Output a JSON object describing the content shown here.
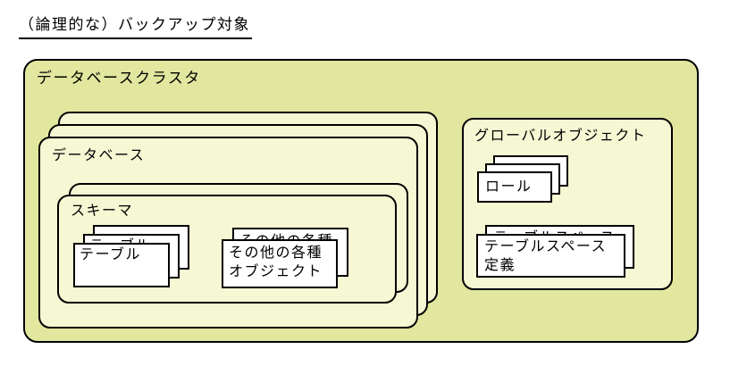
{
  "page": {
    "title": "（論理的な）バックアップ対象"
  },
  "colors": {
    "cluster_fill": "#e1e79e",
    "inner_box_fill": "#f6f7d3",
    "item_fill": "#ffffff",
    "border": "#000000",
    "text": "#000000",
    "background": "#ffffff"
  },
  "diagram": {
    "cluster": {
      "label": "データベースクラスタ"
    },
    "database": {
      "label": "データベース",
      "stack_count": 3
    },
    "schema": {
      "label": "スキーマ",
      "stack_count": 2
    },
    "table": {
      "label": "テーブル",
      "stack_count": 3
    },
    "other_objects": {
      "lines": [
        "その他の各種",
        "オブジェクト"
      ],
      "stack_count": 2
    },
    "global_objects": {
      "label": "グローバルオブジェクト"
    },
    "role": {
      "label": "ロール",
      "stack_count": 3
    },
    "tablespace": {
      "lines": [
        "テーブルスペース",
        "定義"
      ],
      "stack_count": 2
    }
  }
}
